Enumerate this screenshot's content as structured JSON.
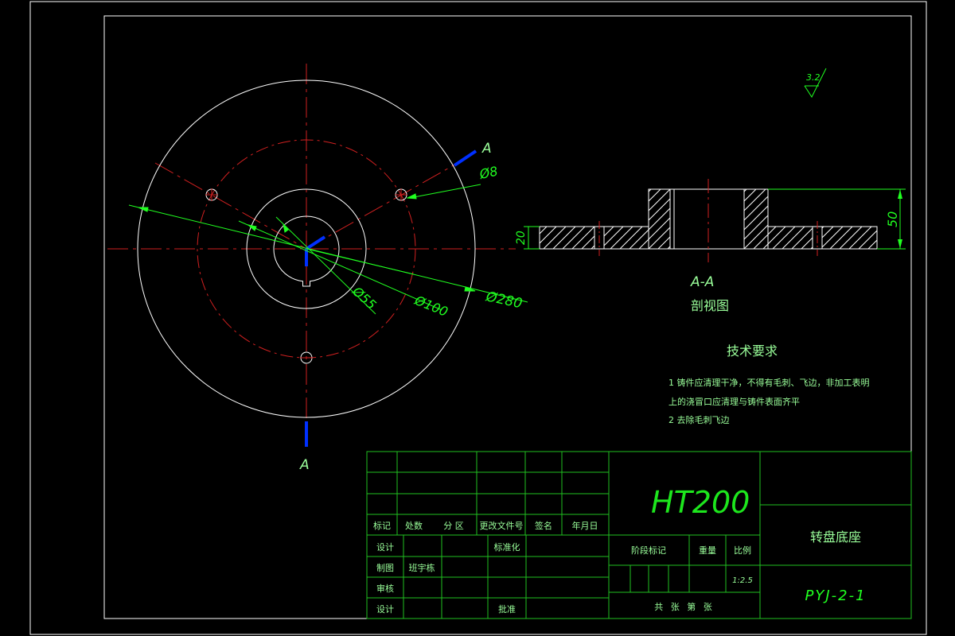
{
  "colors": {
    "background": "#000000",
    "frame": "#ffffff",
    "centerline": "#d02020",
    "dimension": "#20ff20",
    "section_mark": "#0030ff",
    "label": "#9aff9a",
    "title_block_line": "#20c020"
  },
  "plan_view": {
    "dim_outer": "Ø280",
    "dim_pitch": "Ø100",
    "dim_hub": "Ø55",
    "dim_hole": "Ø8",
    "section_letter_top": "A",
    "section_letter_bottom": "A"
  },
  "section_view": {
    "dim_height": "50",
    "dim_base": "20",
    "section_name": "A-A",
    "caption": "剖视图"
  },
  "surface_finish": "3.2",
  "tech_requirements": {
    "title": "技术要求",
    "line1": "1 铸件应清理干净，不得有毛刺、飞边，非加工表明",
    "line2": "上的浇冒口应清理与铸件表面齐平",
    "line3": "2 去除毛刺飞边"
  },
  "title_block": {
    "material": "HT200",
    "part_name": "转盘底座",
    "drawing_no": "PYJ-2-1",
    "h_mark": "标记",
    "h_count": "处数",
    "h_zone": "分 区",
    "h_doc": "更改文件号",
    "h_sign": "签名",
    "h_date": "年月日",
    "r_design": "设计",
    "r_draw": "制图",
    "r_drawer": "班宇栋",
    "r_check": "审核",
    "r_design2": "设计",
    "r_standard": "标准化",
    "r_approve": "批准",
    "stage_mark": "阶段标记",
    "weight": "重量",
    "scale_label": "比例",
    "scale_value": "1:2.5",
    "sheets": "共 张 第 张"
  }
}
